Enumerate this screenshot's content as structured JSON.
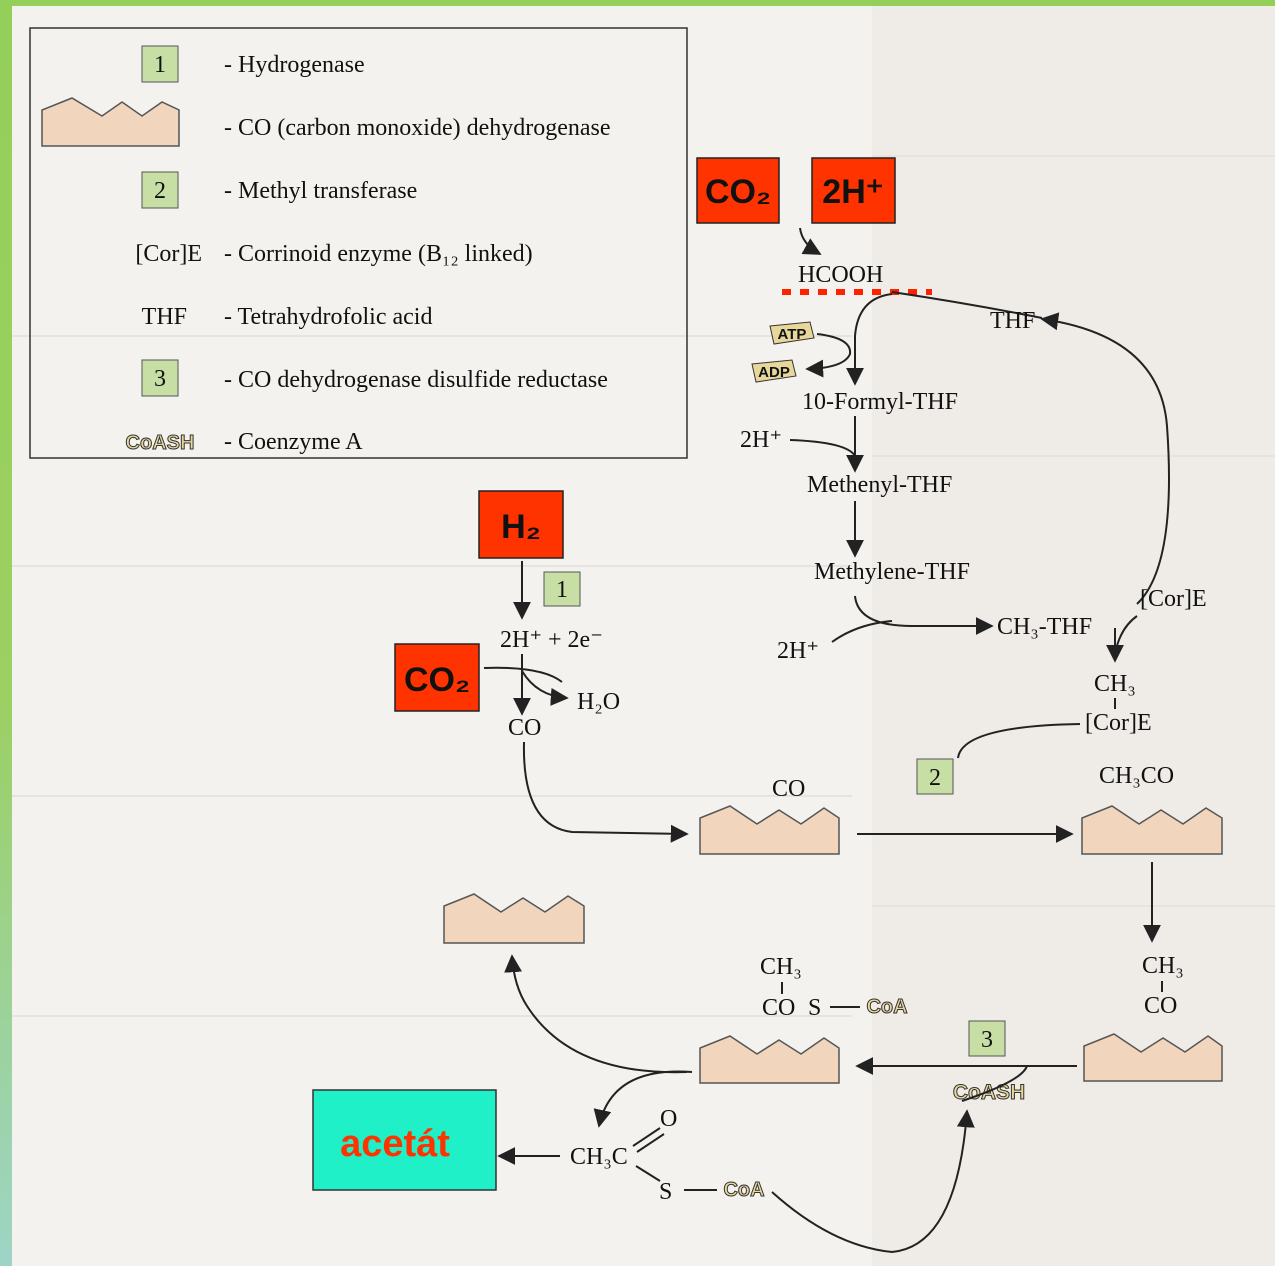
{
  "colors": {
    "red_box": "#ff3300",
    "cyan_box": "#1ff0c8",
    "enzyme_fill": "#f1d6bd",
    "number_box": "#c7dfa5",
    "acetate_text": "#ff3300",
    "dotted_line": "#ff2200"
  },
  "legend": {
    "items": [
      {
        "symbol": "1",
        "description": "- Hydrogenase"
      },
      {
        "symbol": "enzyme-shape",
        "description": "- CO (carbon monoxide) dehydrogenase"
      },
      {
        "symbol": "2",
        "description": "- Methyl transferase"
      },
      {
        "symbol": "[Cor]E",
        "description": "- Corrinoid enzyme (B₁₂ linked)"
      },
      {
        "symbol": "THF",
        "description": "- Tetrahydrofolic acid"
      },
      {
        "symbol": "3",
        "description": "- CO dehydrogenase disulfide reductase"
      },
      {
        "symbol": "CoASH",
        "description": "- Coenzyme A"
      }
    ]
  },
  "boxes": {
    "co2_top": "CO₂",
    "h_top": "2H⁺",
    "h2": "H₂",
    "co2_left": "CO₂",
    "acetate": "acetát"
  },
  "pathway": {
    "hcooh": "HCOOH",
    "atp": "ATP",
    "adp": "ADP",
    "formyl": "10-Formyl-THF",
    "h2_1": "2H⁺",
    "methenyl": "Methenyl-THF",
    "methylene": "Methylene-THF",
    "h2_2": "2H⁺",
    "ch3thf": "CH₃-THF",
    "thf": "THF",
    "corE_top": "[Cor]E",
    "ch3": "CH₃",
    "corE_bottom": "[Cor]E",
    "enzyme1": "1",
    "h_e": "2H⁺ + 2e⁻",
    "h2o": "H₂O",
    "co_left": "CO",
    "co_enzyme": "CO",
    "enzyme2": "2",
    "ch3co": "CH₃CO",
    "ch3_right": "CH₃",
    "co_right": "CO",
    "enzyme3": "3",
    "coash": "CoASH",
    "ch3_mid": "CH₃",
    "co_mid": "CO",
    "s_mid": "S",
    "coa_mid": "CoA",
    "ch3c": "CH₃C",
    "o": "O",
    "s_bottom": "S",
    "coa_bottom": "CoA"
  }
}
